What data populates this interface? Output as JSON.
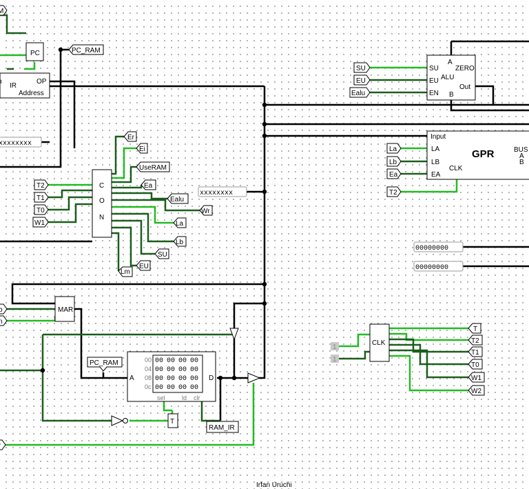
{
  "footer": {
    "author": "Irfan Uruchi"
  },
  "colors": {
    "wire_on": "#22bb22",
    "wire_off": "#1a5e1a",
    "bus": "#000000",
    "constant": "#c9c9c9"
  },
  "pc": {
    "label": "PC",
    "tunnel": "PC_RAM",
    "partial_in": "M"
  },
  "ir": {
    "label": "IR",
    "op": "OP",
    "address": "Address",
    "partial_in": "n"
  },
  "bus_probe_left": "xxxxxxxx",
  "bus_probe_mid": "xxxxxxxx",
  "con": {
    "letters": [
      "C",
      "O",
      "N"
    ],
    "inputs": [
      "T2",
      "T1",
      "T0",
      "W1"
    ],
    "outputs": [
      "Er",
      "Ei",
      "UseRAM",
      "Ea",
      "Ealu",
      "Wr",
      "La",
      "Lb",
      "SU",
      "EU",
      "Lm"
    ]
  },
  "alu": {
    "su": "SU",
    "eu": "EU",
    "en": "EN",
    "alu": "ALU",
    "a": "A",
    "b": "B",
    "zero": "ZERO",
    "out": "Out",
    "inputs": [
      "SU",
      "EU",
      "Ealu"
    ]
  },
  "gpr": {
    "title": "GPR",
    "input": "Input",
    "la": "LA",
    "lb": "LB",
    "ea": "EA",
    "clk": "CLK",
    "bus": "BUS",
    "a": "A",
    "b": "B",
    "inputs": [
      "La",
      "Lb",
      "Ea",
      "T2"
    ]
  },
  "reg_probes": [
    "00000000",
    "00000000"
  ],
  "mar": {
    "label": "MAR",
    "partial_in": [
      "b",
      "n"
    ]
  },
  "ram": {
    "tunnel": "PC_RAM",
    "addr_in": "A",
    "data_out": "D",
    "rows": [
      {
        "addr": "00",
        "cells": [
          "00",
          "00",
          "00",
          "00"
        ]
      },
      {
        "addr": "04",
        "cells": [
          "00",
          "00",
          "00",
          "00"
        ]
      },
      {
        "addr": "08",
        "cells": [
          "00",
          "00",
          "00",
          "00"
        ]
      },
      {
        "addr": "0c",
        "cells": [
          "00",
          "00",
          "00",
          "00"
        ]
      }
    ],
    "sel": "sel",
    "ld": "ld",
    "clr": "clr",
    "ld_in": "T",
    "out_tunnel": "RAM_IR",
    "partial_in": "r"
  },
  "clk": {
    "label": "CLK",
    "constants": [
      "1",
      "1"
    ],
    "outputs": [
      "T",
      "T2",
      "T1",
      "T0",
      "W1",
      "W2"
    ]
  }
}
